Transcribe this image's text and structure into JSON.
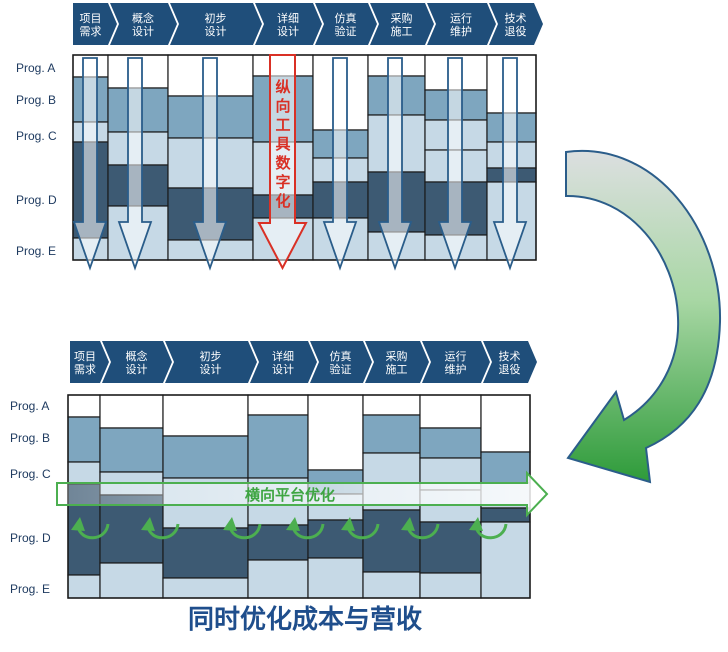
{
  "phases": [
    {
      "line1": "项目",
      "line2": "需求"
    },
    {
      "line1": "概念",
      "line2": "设计"
    },
    {
      "line1": "初步",
      "line2": "设计"
    },
    {
      "line1": "详细",
      "line2": "设计"
    },
    {
      "line1": "仿真",
      "line2": "验证"
    },
    {
      "line1": "采购",
      "line2": "施工"
    },
    {
      "line1": "运行",
      "line2": "维护"
    },
    {
      "line1": "技术",
      "line2": "退役"
    }
  ],
  "programs": [
    "Prog. A",
    "Prog. B",
    "Prog. C",
    "Prog. D",
    "Prog. E"
  ],
  "vertical_label": "纵向工具数字化",
  "horizontal_label": "横向平台优化",
  "caption": "同时优化成本与营收",
  "colors": {
    "phase_header": "#1f4e7a",
    "level_dark": "#3d5a73",
    "level_mid": "#7ea6bf",
    "level_light": "#c6d9e6",
    "level_white": "#ffffff",
    "vertical_arrow": "#d93025",
    "horizontal_arrow": "#4caf50",
    "caption": "#1f4e8c"
  }
}
